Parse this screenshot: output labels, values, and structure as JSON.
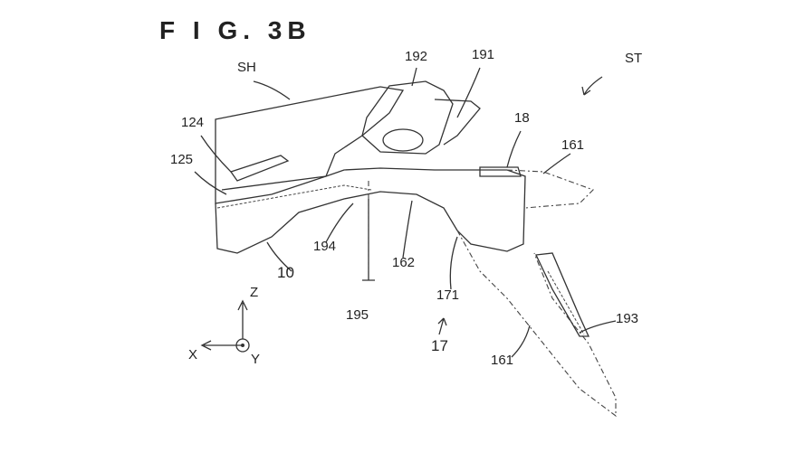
{
  "figure": {
    "title": "F I G.  3B"
  },
  "labels": {
    "sh": "SH",
    "l192": "192",
    "l191": "191",
    "st": "ST",
    "l124": "124",
    "l18": "18",
    "l161a": "161",
    "l125": "125",
    "l194": "194",
    "l162": "162",
    "l10": "10",
    "l195": "195",
    "l171": "171",
    "l17": "17",
    "l193": "193",
    "l161b": "161"
  },
  "axes": {
    "z": "Z",
    "x": "X",
    "y": "Y"
  }
}
